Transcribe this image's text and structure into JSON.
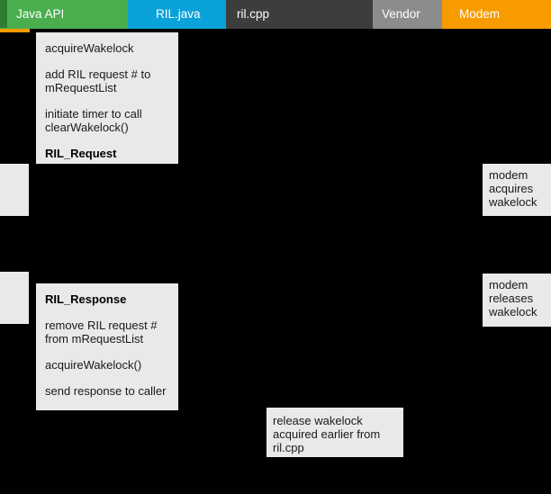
{
  "canvas": {
    "background": "#000000"
  },
  "header": {
    "text_color": "#ffffff",
    "segments": [
      {
        "label": "Java API",
        "color": "#4aae4f"
      },
      {
        "label": "RIL.java",
        "color": "#09a2d9"
      },
      {
        "label": "ril.cpp",
        "color": "#3d3d3d"
      },
      {
        "label": "Vendor",
        "color": "#8c8c8c"
      },
      {
        "label": "Modem",
        "color": "#f89b00"
      }
    ],
    "accent_dark_green": "#2c7d32",
    "accent_orange": "#f89b00"
  },
  "notes": {
    "box_background": "#e9e9e9",
    "text_color": "#1a1a1a",
    "ril_request": {
      "lines": [
        "acquireWakelock",
        "add RIL request # to mRequestList",
        "initiate timer to call clearWakelock()"
      ],
      "label": "RIL_Request"
    },
    "ril_response": {
      "label": "RIL_Response",
      "lines": [
        "remove RIL request # from mRequestList",
        "acquireWakelock()",
        "send response to caller"
      ]
    },
    "release_wakelock": {
      "text": "release wakelock acquired earlier from ril.cpp"
    },
    "modem_acquires": {
      "text": "modem acquires wakelock"
    },
    "modem_releases": {
      "text": "modem releases wakelock"
    }
  }
}
